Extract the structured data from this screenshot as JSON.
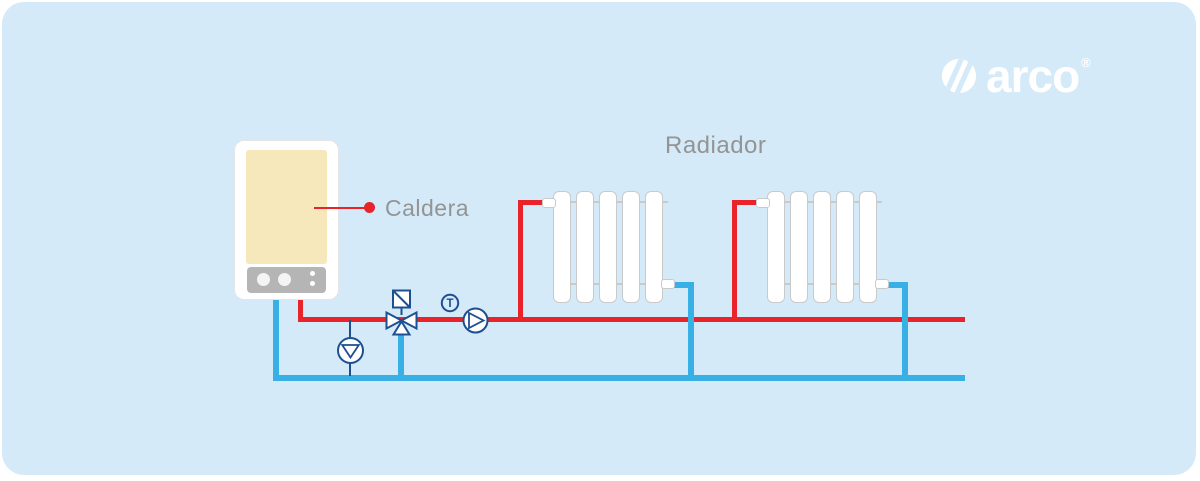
{
  "panel": {
    "background": "#d5eaf8"
  },
  "logo": {
    "brand": "arco",
    "registered": "®"
  },
  "labels": {
    "boiler": "Caldera",
    "radiator": "Radiador"
  },
  "symbols": {
    "thermometer_letter": "T",
    "icons": {
      "mixing_valve": "three-way-mixing-valve-with-actuator",
      "pump": "circulator-pump-triangle-right",
      "bypass_valve": "bypass-valve-triangle-down-in-circle",
      "thermometer": "temperature-sensor-circle-T",
      "logo_icon": "arco-globe-with-slashes"
    }
  },
  "colors": {
    "panel-bg": "#d5eaf8",
    "supply-pipe": "#e8232a",
    "return-pipe": "#38afe5",
    "symbol-stroke": "#1d4f91",
    "label-text": "#949494",
    "boiler-screen": "#f6e8bb",
    "boiler-panel": "#b5b5b5",
    "radiator-outline": "#cacaca",
    "logo-color": "#ffffff"
  }
}
